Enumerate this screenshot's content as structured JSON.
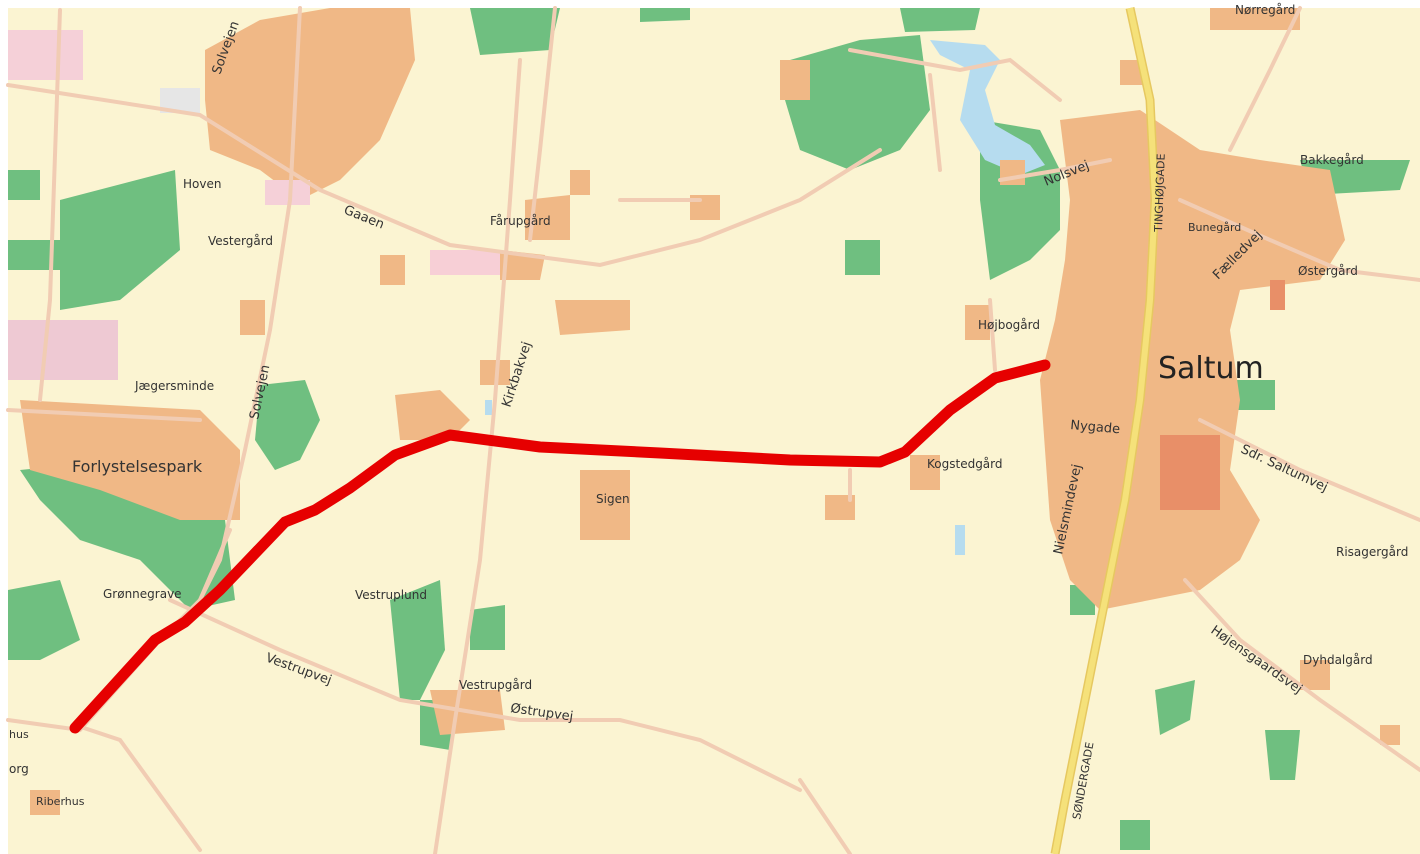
{
  "map": {
    "town": "Saltum",
    "colors": {
      "land": "#fbf4d2",
      "forest": "#6fbf80",
      "water": "#b6dcef",
      "built": "#f0b886",
      "built_dark": "#e88f68",
      "road_main": "#f1dc6e",
      "road_minor": "#f1ccb3",
      "route": "#e60000"
    },
    "labels": {
      "solvejen_n": "Solvejen",
      "hoven": "Hoven",
      "gaaen": "Gaaen",
      "farupgard": "Fårupgård",
      "vestergard": "Vestergård",
      "jaegersminde": "Jægersminde",
      "solvejen_s": "Solvejen",
      "forlystelsespark": "Forlystelsespark",
      "kirkbakvej": "Kirkbakvej",
      "sigen": "Sigen",
      "gronnegrave": "Grønnegrave",
      "vestruplund": "Vestruplund",
      "vestrupvej": "Vestrupvej",
      "vestrupgard": "Vestrupgård",
      "ostrupvej": "Østrupvej",
      "hus": "hus",
      "org": "org",
      "riberhus": "Riberhus",
      "norregard": "Nørregård",
      "nolsvej": "Nolsvej",
      "tinghojgade": "TINGHØJGADE",
      "bakkegard": "Bakkegård",
      "bunegard": "Bunegård",
      "faelledvej": "Fælledvej",
      "ostergard": "Østergård",
      "hojbogard": "Højbogård",
      "nygade": "Nygade",
      "kogstedgard": "Kogstedgård",
      "sdr_saltumvej": "Sdr. Saltumvej",
      "nielsmindevej": "Nielsmindevej",
      "risagergard": "Risagergård",
      "hojensgaardsvej": "Højensgaardsvej",
      "dyhdalgard": "Dyhdalgård",
      "sondergade": "SØNDERGADE"
    }
  }
}
